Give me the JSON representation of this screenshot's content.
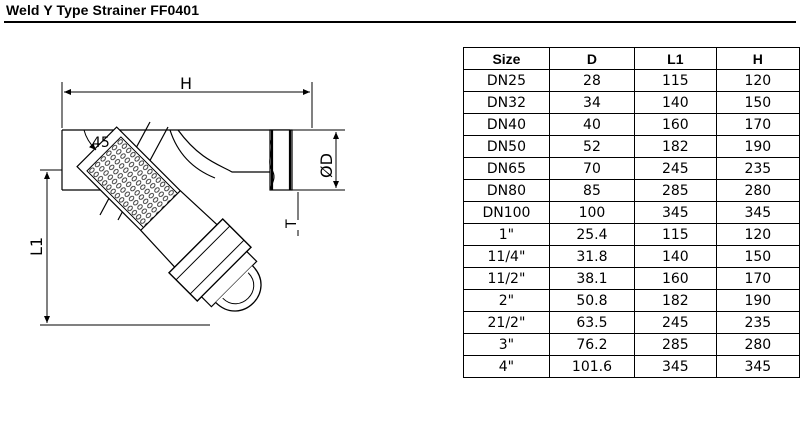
{
  "title": "Weld Y Type Strainer FF0401",
  "drawing": {
    "label_h": "H",
    "label_d": "ØD",
    "label_l1": "L1",
    "label_angle": "45",
    "label_t": "T"
  },
  "table": {
    "headers": [
      "Size",
      "D",
      "L1",
      "H"
    ],
    "rows": [
      [
        "DN25",
        "28",
        "115",
        "120"
      ],
      [
        "DN32",
        "34",
        "140",
        "150"
      ],
      [
        "DN40",
        "40",
        "160",
        "170"
      ],
      [
        "DN50",
        "52",
        "182",
        "190"
      ],
      [
        "DN65",
        "70",
        "245",
        "235"
      ],
      [
        "DN80",
        "85",
        "285",
        "280"
      ],
      [
        "DN100",
        "100",
        "345",
        "345"
      ],
      [
        "1\"",
        "25.4",
        "115",
        "120"
      ],
      [
        "11/4\"",
        "31.8",
        "140",
        "150"
      ],
      [
        "11/2\"",
        "38.1",
        "160",
        "170"
      ],
      [
        "2\"",
        "50.8",
        "182",
        "190"
      ],
      [
        "21/2\"",
        "63.5",
        "245",
        "235"
      ],
      [
        "3\"",
        "76.2",
        "285",
        "280"
      ],
      [
        "4\"",
        "101.6",
        "345",
        "345"
      ]
    ]
  }
}
